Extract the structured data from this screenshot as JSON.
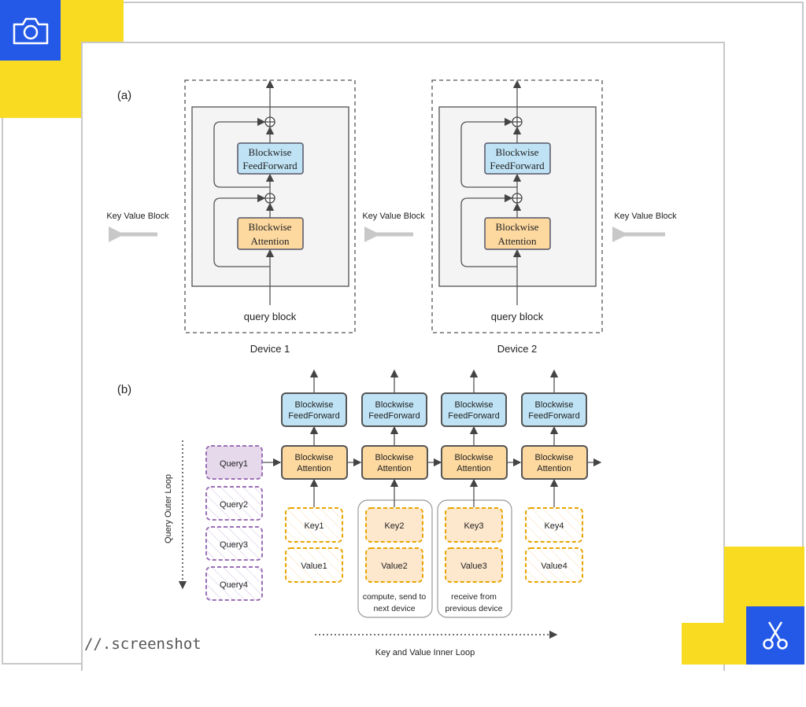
{
  "toolbar": {
    "camera_icon": "camera-icon",
    "scissors_icon": "scissors-icon",
    "watermark": "//.screenshot"
  },
  "colors": {
    "brand_yellow": "#f9dc22",
    "brand_blue": "#2459e8",
    "feedforward_fill": "#bfe3f5",
    "attention_fill": "#fdd9a0",
    "query_purple": "#9b6fb5",
    "kv_orange": "#e8a500"
  },
  "diagram": {
    "panel_a": {
      "label": "(a)",
      "key_value_block": "Key Value Block",
      "devices": [
        {
          "name": "Device 1",
          "feedforward": [
            "Blockwise",
            "FeedForward"
          ],
          "attention": [
            "Blockwise",
            "Attention"
          ],
          "input": "query block"
        },
        {
          "name": "Device 2",
          "feedforward": [
            "Blockwise",
            "FeedForward"
          ],
          "attention": [
            "Blockwise",
            "Attention"
          ],
          "input": "query block"
        }
      ]
    },
    "panel_b": {
      "label": "(b)",
      "outer_loop": "Query Outer Loop",
      "inner_loop": "Key and Value Inner Loop",
      "queries": [
        "Query1",
        "Query2",
        "Query3",
        "Query4"
      ],
      "columns": [
        {
          "feedforward": [
            "Blockwise",
            "FeedForward"
          ],
          "attention": [
            "Blockwise",
            "Attention"
          ],
          "key": "Key1",
          "value": "Value1",
          "caption": []
        },
        {
          "feedforward": [
            "Blockwise",
            "FeedForward"
          ],
          "attention": [
            "Blockwise",
            "Attention"
          ],
          "key": "Key2",
          "value": "Value2",
          "caption": [
            "compute, send to",
            "next device"
          ]
        },
        {
          "feedforward": [
            "Blockwise",
            "FeedForward"
          ],
          "attention": [
            "Blockwise",
            "Attention"
          ],
          "key": "Key3",
          "value": "Value3",
          "caption": [
            "receive from",
            "previous device"
          ]
        },
        {
          "feedforward": [
            "Blockwise",
            "FeedForward"
          ],
          "attention": [
            "Blockwise",
            "Attention"
          ],
          "key": "Key4",
          "value": "Value4",
          "caption": []
        }
      ]
    }
  }
}
